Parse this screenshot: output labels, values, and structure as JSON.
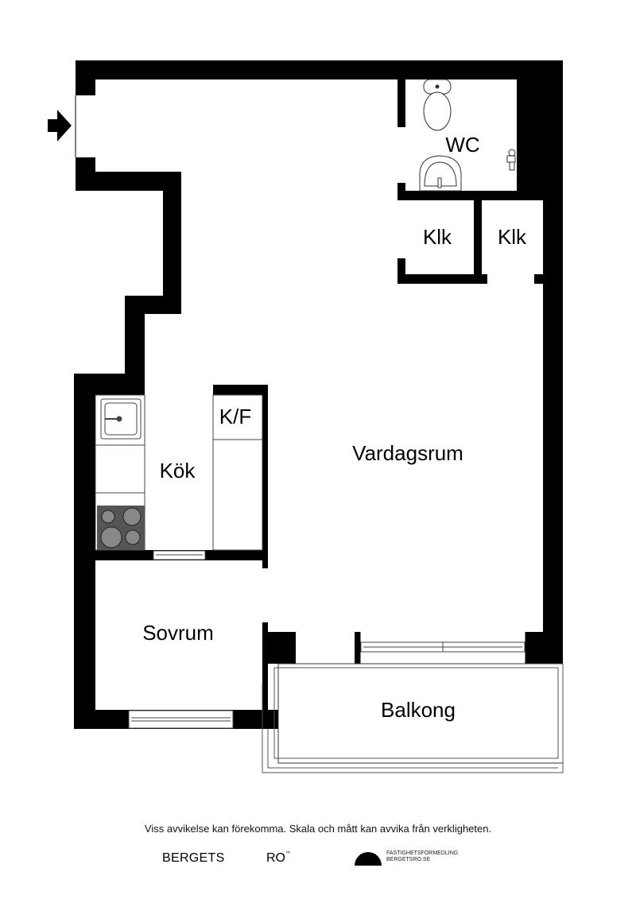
{
  "rooms": {
    "wc": "WC",
    "klk1": "Klk",
    "klk2": "Klk",
    "kf": "K/F",
    "kok": "Kök",
    "vardagsrum": "Vardagsrum",
    "sovrum": "Sovrum",
    "balkong": "Balkong"
  },
  "footer": {
    "disclaimer": "Viss avvikelse kan förekomma. Skala och mått kan avvika från verkligheten.",
    "logo_left": "BERGETS",
    "logo_mid": "RO",
    "logo_mid_mark": "™",
    "logo_right_line1": "FASTIGHETSFÖRMEDLING",
    "logo_right_line2": "BERGETSRO.SE"
  },
  "colors": {
    "wall": "#000000",
    "stove": "#555555",
    "line": "#888888"
  }
}
